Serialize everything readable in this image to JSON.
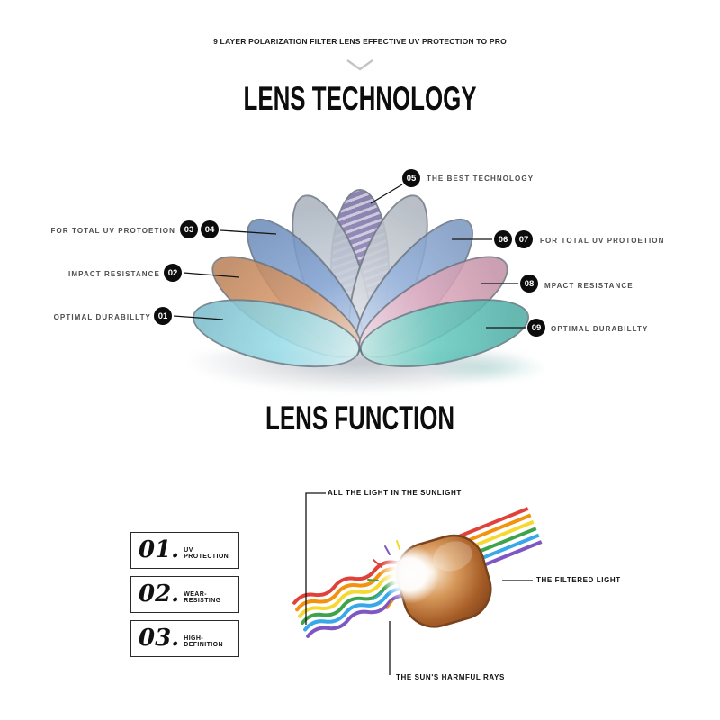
{
  "page": {
    "tagline": "9 LAYER POLARIZATION FILTER LENS EFFECTIVE UV PROTECTION TO PRO",
    "tech_title": "LENS TECHNOLOGY",
    "function_title": "LENS FUNCTION"
  },
  "lens_fan": {
    "lenses": [
      {
        "id": "lens-1",
        "color": "#8ed9e6"
      },
      {
        "id": "lens-2",
        "color": "#d8925f"
      },
      {
        "id": "lens-3",
        "color": "#7c9fd2"
      },
      {
        "id": "lens-4",
        "color": "#c3ccd7"
      },
      {
        "id": "lens-5",
        "color": "#9e93c8"
      },
      {
        "id": "lens-6",
        "color": "#c9cfd6"
      },
      {
        "id": "lens-7",
        "color": "#8cabd9"
      },
      {
        "id": "lens-8",
        "color": "#e0a5ba"
      },
      {
        "id": "lens-9",
        "color": "#57c5b9"
      }
    ],
    "callouts": {
      "best_top": {
        "badge": "05",
        "label": "THE BEST TECHNOLOGY"
      },
      "uv_left": {
        "badge_a": "03",
        "badge_b": "04",
        "label": "FOR TOTAL UV PROTOETION"
      },
      "impact_left": {
        "badge": "02",
        "label": "IMPACT RESISTANCE"
      },
      "durability_left": {
        "badge": "01",
        "label": "OPTIMAL DURABILLTY"
      },
      "uv_right": {
        "badge_a": "06",
        "badge_b": "07",
        "label": "FOR TOTAL UV PROTOETION"
      },
      "impact_right": {
        "badge": "08",
        "label": "MPACT RESISTANCE"
      },
      "durability_right": {
        "badge": "09",
        "label": "OPTIMAL DURABILLTY"
      }
    }
  },
  "lens_function": {
    "items": [
      {
        "num": "01.",
        "label": "UV PROTECTION"
      },
      {
        "num": "02.",
        "label": "WEAR-RESISTING"
      },
      {
        "num": "03.",
        "label": "HIGH-DEFINITION"
      }
    ],
    "labels": {
      "sunlight": "ALL THE LIGHT IN THE SUNLIGHT",
      "filtered": "THE FILTERED LIGHT",
      "harmful": "THE SUN'S HARMFUL RAYS"
    },
    "colors": {
      "lens_body": "#a35b28",
      "light_glow": "#ffffff",
      "ray_stripes": [
        "#e0413a",
        "#f2920f",
        "#f5d832",
        "#3fa34d",
        "#38a8e8",
        "#7e57c2"
      ]
    }
  }
}
